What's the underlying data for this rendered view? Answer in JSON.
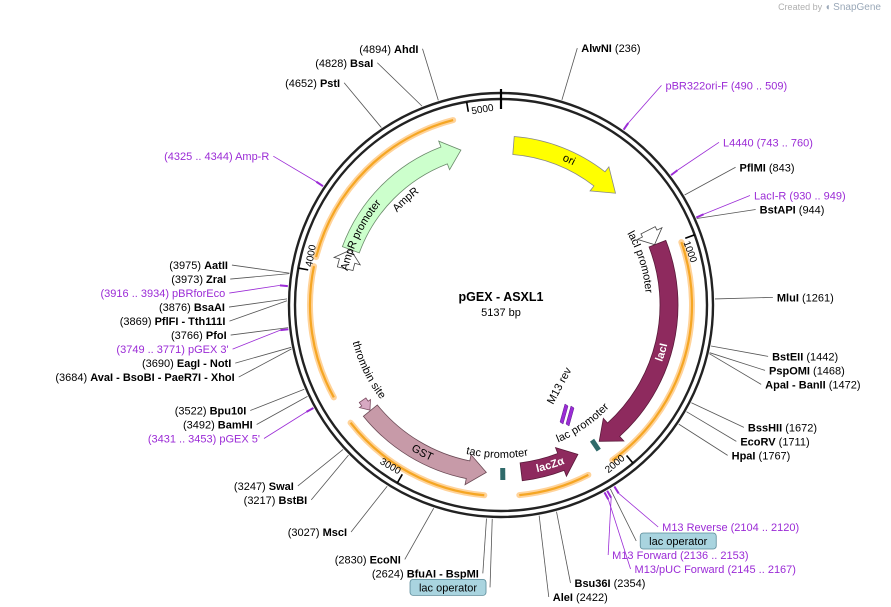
{
  "app": {
    "watermark_prefix": "Created by",
    "watermark_brand": "SnapGene"
  },
  "plasmid": {
    "name": "pGEX - ASXL1",
    "size_label": "5137 bp",
    "length": 5137
  },
  "colors": {
    "backbone": "#222222",
    "enzyme": "#000000",
    "primer": "#9b2bd6",
    "ori": "#ffff00",
    "ampr": "#ccffcc",
    "laci": "#8e2a5e",
    "lacza": "#8e2a5e",
    "gst": "#c79aa8",
    "orf": "#f5a623",
    "promoter_fill": "#ffffff",
    "lac_operator_box": "#a9d4df"
  },
  "ticks": [
    {
      "pos": 1000,
      "label": "1000"
    },
    {
      "pos": 2000,
      "label": "2000"
    },
    {
      "pos": 3000,
      "label": "3000"
    },
    {
      "pos": 4000,
      "label": "4000"
    },
    {
      "pos": 5000,
      "label": "5000"
    }
  ],
  "features": [
    {
      "name": "ori",
      "label": "ori",
      "start": 64,
      "end": 652,
      "dir": 1,
      "type": "ori"
    },
    {
      "name": "laci-promoter",
      "label": "lacI promoter",
      "start": 900,
      "end": 978,
      "dir": 1,
      "type": "promoter"
    },
    {
      "name": "laci",
      "label": "lacI",
      "start": 979,
      "end": 2058,
      "dir": 1,
      "type": "cds"
    },
    {
      "name": "lac-promoter",
      "label": "lac promoter",
      "start": 2084,
      "end": 2114,
      "dir": -1,
      "type": "small"
    },
    {
      "name": "lacza",
      "label": "lacZα",
      "start": 2180,
      "end": 2470,
      "dir": -1,
      "type": "cds"
    },
    {
      "name": "tac-promoter",
      "label": "tac promoter",
      "start": 2560,
      "end": 2588,
      "dir": -1,
      "type": "small"
    },
    {
      "name": "gst",
      "label": "GST",
      "start": 2640,
      "end": 3297,
      "dir": -1,
      "type": "cds2"
    },
    {
      "name": "thrombin-site",
      "label": "thrombin site",
      "start": 3300,
      "end": 3360,
      "dir": -1,
      "type": "site"
    },
    {
      "name": "ampr-promoter",
      "label": "AmpR promoter",
      "start": 4040,
      "end": 4140,
      "dir": 1,
      "type": "promoter"
    },
    {
      "name": "ampr",
      "label": "AmpR",
      "start": 4141,
      "end": 4930,
      "dir": 1,
      "type": "resist"
    }
  ],
  "orfs": [
    {
      "name": "orf-1",
      "start": 1010,
      "end": 2060
    },
    {
      "name": "orf-2",
      "start": 2180,
      "end": 2490
    },
    {
      "name": "orf-3",
      "start": 2640,
      "end": 3310
    },
    {
      "name": "orf-4",
      "start": 3440,
      "end": 4020
    },
    {
      "name": "orf-5",
      "start": 4060,
      "end": 4930
    }
  ],
  "m13rev": {
    "label": "M13 rev"
  },
  "enzyme_labels": [
    {
      "pos": 236,
      "position": "(236)",
      "name": "AlwNI"
    },
    {
      "pos": 843,
      "position": "(843)",
      "name": "PflMI"
    },
    {
      "pos": 944,
      "position": "(944)",
      "name": "BstAPI"
    },
    {
      "pos": 1261,
      "position": "(1261)",
      "name": "MluI"
    },
    {
      "pos": 1442,
      "position": "(1442)",
      "name": "BstEII"
    },
    {
      "pos": 1468,
      "position": "(1468)",
      "name": "PspOMI"
    },
    {
      "pos": 1472,
      "position": "(1472)",
      "name": "ApaI  -  BanII"
    },
    {
      "pos": 1672,
      "position": "(1672)",
      "name": "BssHII"
    },
    {
      "pos": 1711,
      "position": "(1711)",
      "name": "EcoRV"
    },
    {
      "pos": 1767,
      "position": "(1767)",
      "name": "HpaI"
    },
    {
      "pos": 2354,
      "position": "(2354)",
      "name": "Bsu36I"
    },
    {
      "pos": 2422,
      "position": "(2422)",
      "name": "AleI"
    },
    {
      "pos": 2624,
      "position": "(2624)",
      "name": "BfuAI  -  BspMI"
    },
    {
      "pos": 2830,
      "position": "(2830)",
      "name": "EcoNI"
    },
    {
      "pos": 3027,
      "position": "(3027)",
      "name": "MscI"
    },
    {
      "pos": 3217,
      "position": "(3217)",
      "name": "BstBI"
    },
    {
      "pos": 3247,
      "position": "(3247)",
      "name": "SwaI"
    },
    {
      "pos": 3492,
      "position": "(3492)",
      "name": "BamHI"
    },
    {
      "pos": 3522,
      "position": "(3522)",
      "name": "Bpu10I"
    },
    {
      "pos": 3684,
      "position": "(3684)",
      "name": "AvaI  -  BsoBI  -  PaeR7I  -  XhoI"
    },
    {
      "pos": 3690,
      "position": "(3690)",
      "name": "EagI  -  NotI"
    },
    {
      "pos": 3766,
      "position": "(3766)",
      "name": "PfoI"
    },
    {
      "pos": 3869,
      "position": "(3869)",
      "name": "PflFI  -  Tth111I"
    },
    {
      "pos": 3876,
      "position": "(3876)",
      "name": "BsaAI"
    },
    {
      "pos": 3973,
      "position": "(3973)",
      "name": "ZraI"
    },
    {
      "pos": 3975,
      "position": "(3975)",
      "name": "AatII"
    },
    {
      "pos": 4652,
      "position": "(4652)",
      "name": "PstI"
    },
    {
      "pos": 4828,
      "position": "(4828)",
      "name": "BsaI"
    },
    {
      "pos": 4894,
      "position": "(4894)",
      "name": "AhdI"
    }
  ],
  "primer_labels": [
    {
      "pos": 499,
      "text": "pBR322ori-F   (490 .. 509)"
    },
    {
      "pos": 751,
      "text": "L4440   (743 .. 760)"
    },
    {
      "pos": 940,
      "text": "LacI-R   (930 .. 949)"
    },
    {
      "pos": 2112,
      "text": "M13 Reverse   (2104 .. 2120)"
    },
    {
      "pos": 2144,
      "text": "M13 Forward   (2136 .. 2153)"
    },
    {
      "pos": 2156,
      "text": "M13/pUC Forward   (2145 .. 2167)"
    },
    {
      "pos": 3442,
      "text": "(3431 .. 3453)  pGEX 5'"
    },
    {
      "pos": 3760,
      "text": "(3749 .. 3771)  pGEX 3'"
    },
    {
      "pos": 3925,
      "text": "(3916 .. 3934)  pBRforEco"
    },
    {
      "pos": 4334,
      "text": "(4325 .. 4344)  Amp-R"
    }
  ],
  "operator_labels": [
    {
      "pos": 2130,
      "text": "lac operator"
    },
    {
      "pos": 2602,
      "text": "lac operator"
    }
  ]
}
